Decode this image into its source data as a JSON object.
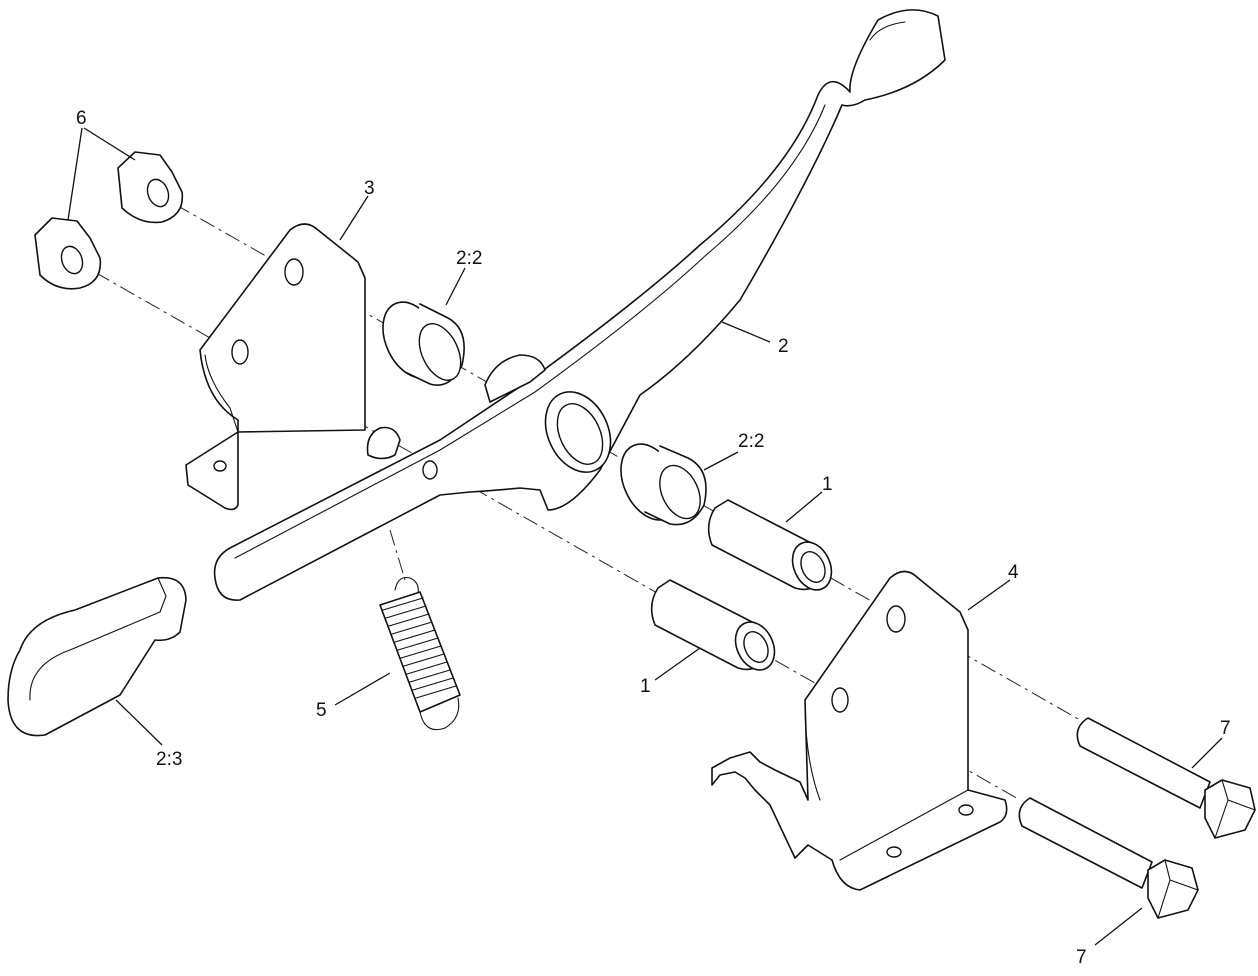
{
  "callouts": {
    "c6": "6",
    "c3": "3",
    "c2_2_top": "2:2",
    "c2": "2",
    "c2_2_mid": "2:2",
    "c1_top": "1",
    "c4": "4",
    "c1_bottom": "1",
    "c5": "5",
    "c2_3": "2:3",
    "c7_top": "7",
    "c7_bottom": "7"
  },
  "colors": {
    "line": "#111111",
    "background": "#ffffff"
  }
}
